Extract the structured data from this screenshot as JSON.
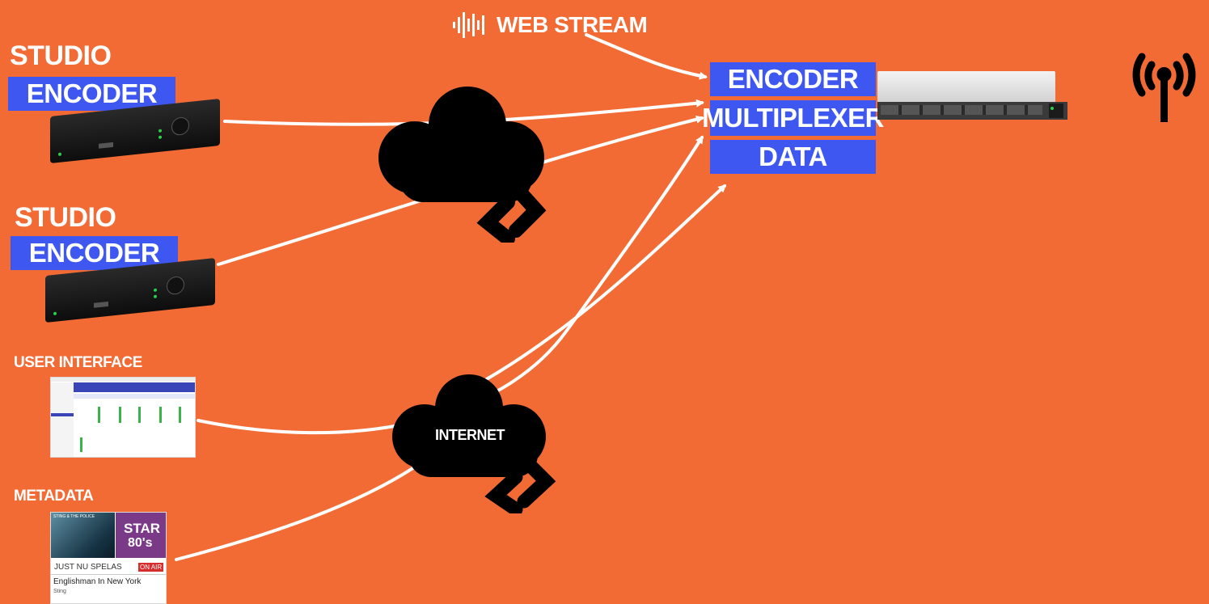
{
  "web_stream": {
    "label": "WEB STREAM",
    "icon": "waveform-icon"
  },
  "studio1": {
    "title": "STUDIO",
    "encoder_label": "ENCODER"
  },
  "studio2": {
    "title": "STUDIO",
    "encoder_label": "ENCODER"
  },
  "user_interface": {
    "title": "USER INTERFACE"
  },
  "metadata": {
    "title": "METADATA",
    "card": {
      "banner": "STING & THE POLICE",
      "logo_line1": "STAR",
      "logo_line2": "80's",
      "now_playing": "JUST NU SPELAS",
      "on_air": "ON AIR",
      "song": "Englishman In New York",
      "artist": "Sting"
    }
  },
  "cloud_internet": {
    "label": "INTERNET"
  },
  "server": {
    "boxes": [
      "ENCODER",
      "MULTIPLEXER",
      "DATA"
    ]
  },
  "colors": {
    "background": "#f26b34",
    "box": "#3d57f0",
    "arrow": "#ffffff"
  },
  "icons": [
    "broadcast-antenna-icon",
    "cloud-link-icon",
    "rack-server"
  ]
}
